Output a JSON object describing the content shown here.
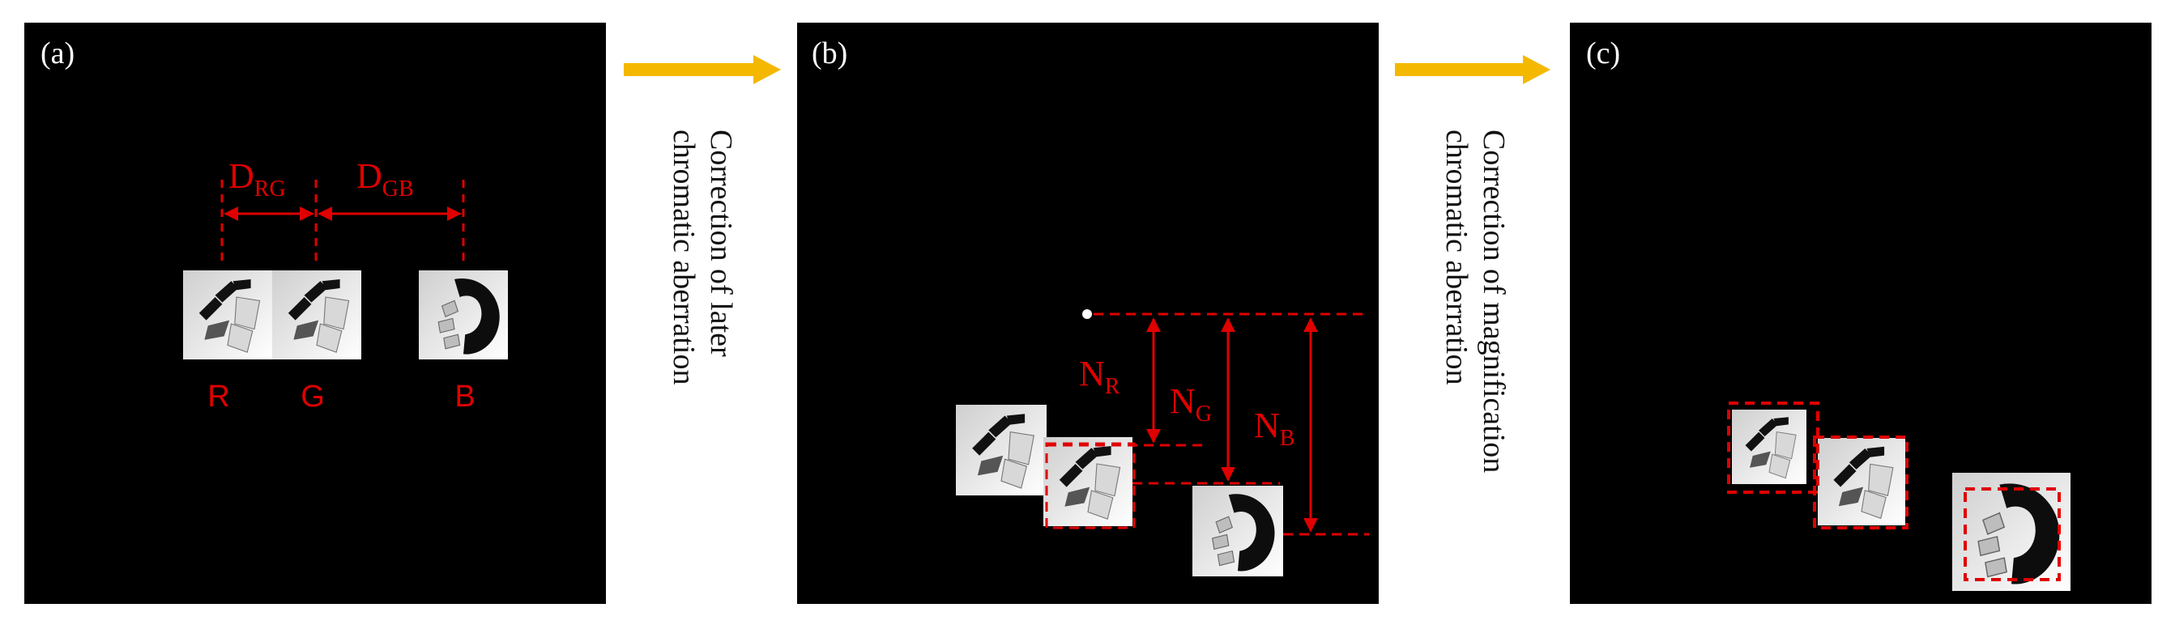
{
  "panels": {
    "a": {
      "label": "(a)",
      "d_rg_main": "D",
      "d_rg_sub": "RG",
      "d_gb_main": "D",
      "d_gb_sub": "GB",
      "r": "R",
      "g": "G",
      "b": "B"
    },
    "b": {
      "label": "(b)",
      "n_r_main": "N",
      "n_r_sub": "R",
      "n_g_main": "N",
      "n_g_sub": "G",
      "n_b_main": "N",
      "n_b_sub": "B"
    },
    "c": {
      "label": "(c)"
    }
  },
  "arrows": {
    "first": {
      "line1": "Correction of later",
      "line2": "chromatic aberration"
    },
    "second": {
      "line1": "Correction of magnification",
      "line2": "chromatic aberration"
    }
  },
  "colors": {
    "annotation": "#e00000",
    "arrow": "#f5b800",
    "panel_bg": "#000000"
  }
}
